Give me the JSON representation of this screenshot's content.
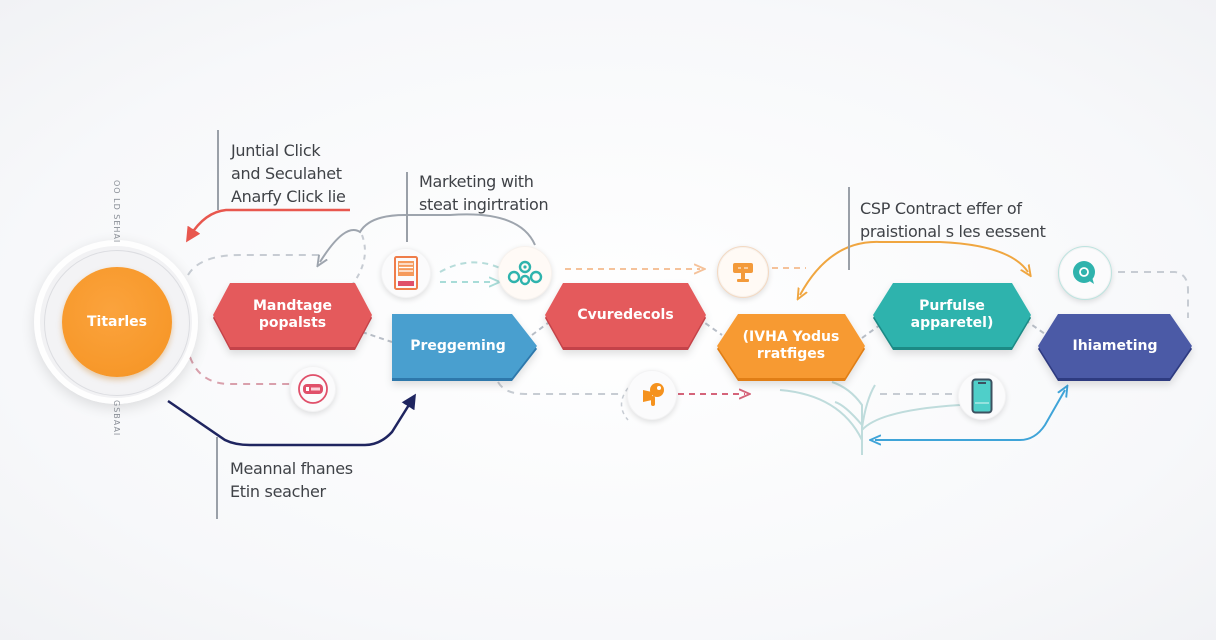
{
  "diagram": {
    "start_node": {
      "label": "Titarles",
      "color": "#f79a2c"
    },
    "side_labels": {
      "upper": "OO LD SEHAI",
      "lower": "GSBAAI"
    },
    "callouts": [
      {
        "id": "top-left",
        "lines": [
          "Juntial Click",
          "and Seculahet",
          "Anarfy Click lie"
        ],
        "arrow_color": "#e8574e"
      },
      {
        "id": "top-center",
        "lines": [
          "Marketing with",
          "steat ingirtration"
        ],
        "arrow_color": "#9ea5ae"
      },
      {
        "id": "top-right",
        "lines": [
          "CSP Contract effer of",
          "praistional s les eessent"
        ],
        "arrow_color": "#f0a640"
      },
      {
        "id": "bottom-left",
        "lines": [
          "Meannal fhanes",
          "Etin seacher"
        ],
        "arrow_color": "#1f2560"
      }
    ],
    "stages": [
      {
        "id": "stage-1",
        "lines": [
          "Mandtage",
          "popalsts"
        ],
        "color": "#e45a5c",
        "shape": "hexagon"
      },
      {
        "id": "stage-2",
        "lines": [
          "Preggeming"
        ],
        "color": "#4a9fcf",
        "shape": "arrow"
      },
      {
        "id": "stage-3",
        "lines": [
          "Cvuredecols"
        ],
        "color": "#e45a5c",
        "shape": "hexagon"
      },
      {
        "id": "stage-4",
        "lines": [
          "(IVHA Yodus",
          "rratfiges"
        ],
        "color": "#f79a30",
        "shape": "hexagon"
      },
      {
        "id": "stage-5",
        "lines": [
          "Purfulse",
          "apparetel)"
        ],
        "color": "#2fb3ad",
        "shape": "hexagon"
      },
      {
        "id": "stage-6",
        "lines": [
          "Ihiameting"
        ],
        "color": "#4b5aa6",
        "shape": "arrow"
      }
    ],
    "icons": [
      {
        "id": "document-icon",
        "color": "#ef7d4a"
      },
      {
        "id": "network-icon",
        "color": "#2fb3ad"
      },
      {
        "id": "presentation-board-icon",
        "color": "#f39a3a"
      },
      {
        "id": "chat-bubble-icon",
        "color": "#2fb3ad"
      },
      {
        "id": "ticket-icon",
        "color": "#e0506a"
      },
      {
        "id": "key-icon",
        "color": "#f5921e"
      },
      {
        "id": "mobile-phone-icon",
        "color": "#4fcfc9"
      }
    ]
  }
}
